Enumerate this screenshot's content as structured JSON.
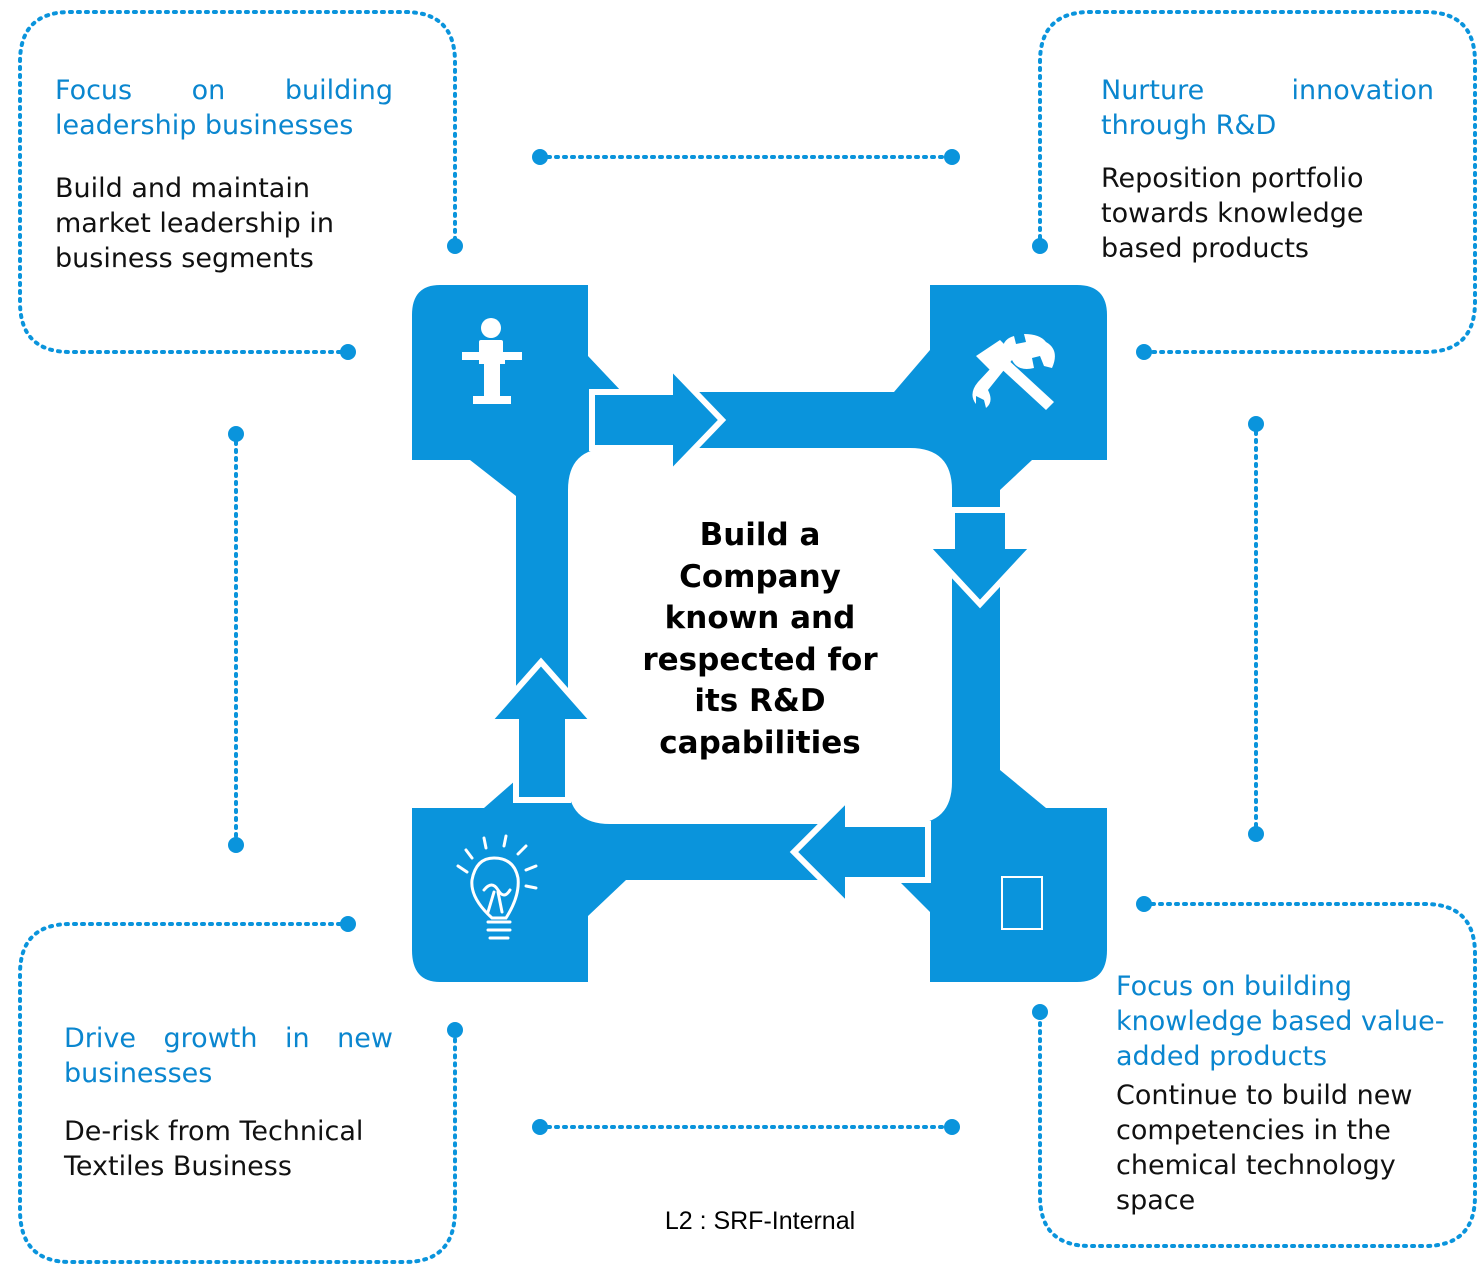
{
  "colors": {
    "accent": "#0a94dc",
    "heading": "#0a86cf",
    "body_text": "#111111"
  },
  "center": {
    "text": "Build a Company known and respected for its R&D capabilities"
  },
  "quadrants": {
    "top_left": {
      "heading_line1": "Focus on building",
      "heading_line2": "leadership businesses",
      "body": "Build and maintain market leadership in business segments",
      "icon": "speaker-podium-icon"
    },
    "top_right": {
      "heading_line1": "Nurture innovation",
      "heading_line2": "through R&D",
      "body": "Reposition portfolio towards knowledge based products",
      "icon": "hammer-wrench-icon"
    },
    "bottom_right": {
      "heading": "Focus on building knowledge based value-added products",
      "body": "Continue to build new competencies in the chemical technology space",
      "icon": "document-icon"
    },
    "bottom_left": {
      "heading_line1": "Drive growth in new",
      "heading_line2": "businesses",
      "body": "De-risk from Technical Textiles Business",
      "icon": "lightbulb-icon"
    }
  },
  "footer": {
    "classification": "L2 : SRF-Internal"
  }
}
